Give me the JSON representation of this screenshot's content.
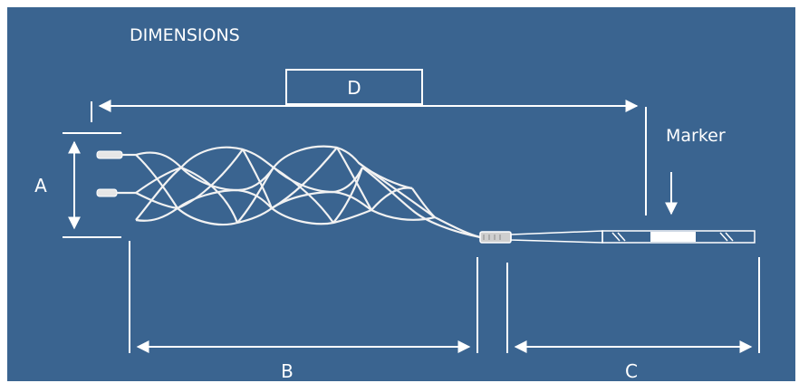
{
  "title": "DIMENSIONS",
  "labels": {
    "a": "A",
    "b": "B",
    "c": "C",
    "d": "D",
    "marker": "Marker"
  },
  "colors": {
    "background": "#3a6490",
    "lines": "#ffffff"
  }
}
